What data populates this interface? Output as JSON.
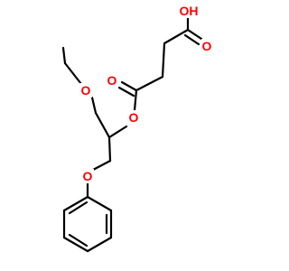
{
  "molecule": {
    "colors": {
      "bond": "#000000",
      "oxygen": "#ff0000",
      "background": "#ffffff"
    },
    "labels": {
      "oh": "OH",
      "acid_carbonyl_o": "O",
      "ester_carbonyl_o": "O",
      "ester_o": "O",
      "ether_o_top": "O",
      "ether_o_phenoxy": "O"
    }
  }
}
